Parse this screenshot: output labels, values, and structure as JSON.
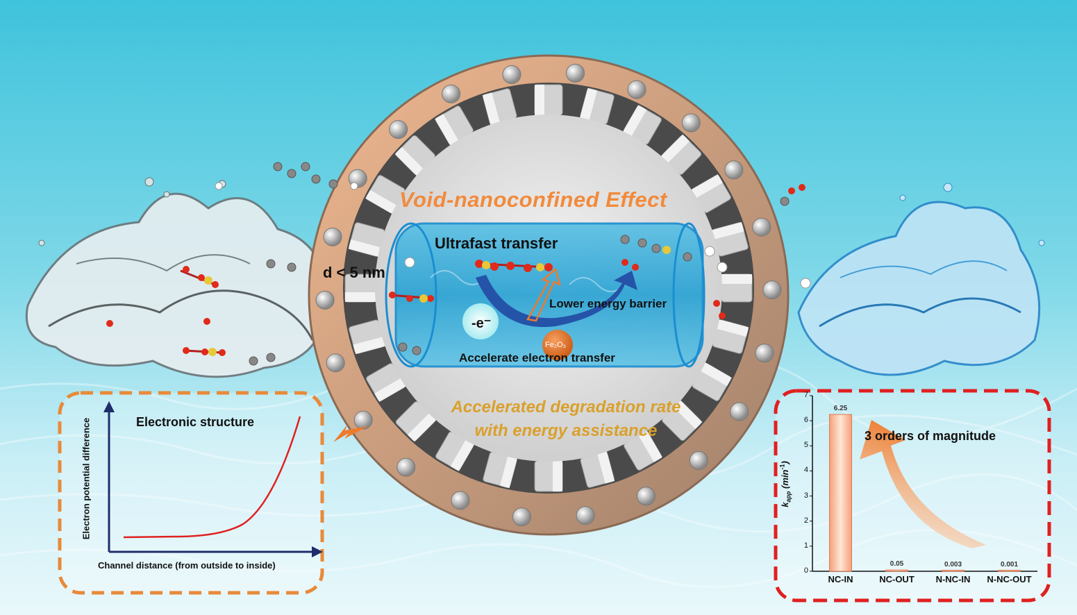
{
  "title": "Void-nanoconfined Effect",
  "channel": {
    "ultrafast": "Ultrafast transfer",
    "distance": "d < 5 nm",
    "barrier": "Lower energy barrier",
    "electron": "-e⁻",
    "catalyst": "Fe₂O₃",
    "accelerate_electron": "Accelerate electron transfer"
  },
  "degradation_text": "Accelerated degradation rate with energy assistance",
  "left_panel": {
    "title": "Electronic structure",
    "ylabel": "Electron potential difference",
    "xlabel": "Channel distance (from outside to inside)"
  },
  "chart_data": {
    "type": "bar",
    "categories": [
      "NC-IN",
      "NC-OUT",
      "N-NC-IN",
      "N-NC-OUT"
    ],
    "values": [
      6.25,
      0.05,
      0.003,
      0.001
    ],
    "value_labels": [
      "6.25",
      "0.05",
      "0.003",
      "0.001"
    ],
    "ylabel": "k_app (min⁻¹)",
    "ylim": [
      0,
      7
    ],
    "yticks": [
      "0",
      "1",
      "2",
      "3",
      "4",
      "5",
      "6",
      "7"
    ],
    "annotation": "3 orders of magnitude"
  },
  "colors": {
    "accent_orange": "#f28a3b",
    "degradation_gold": "#d9a02c",
    "red_dash": "#e02020",
    "orange_dash": "#e88a3a"
  }
}
